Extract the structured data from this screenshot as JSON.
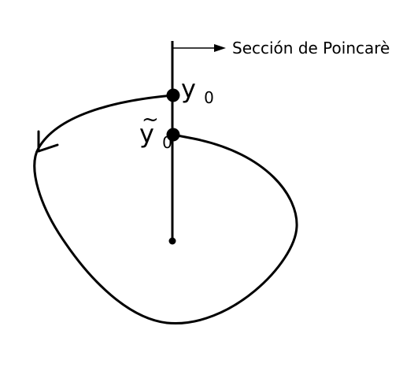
{
  "diagram": {
    "section_label": "Sección de Poincarè",
    "point_y0": {
      "base": "y",
      "subscript": "0"
    },
    "point_y0_tilde": {
      "base": "y",
      "tilde": "~",
      "subscript": "0"
    },
    "colors": {
      "stroke": "#000000",
      "background": "#ffffff"
    }
  }
}
